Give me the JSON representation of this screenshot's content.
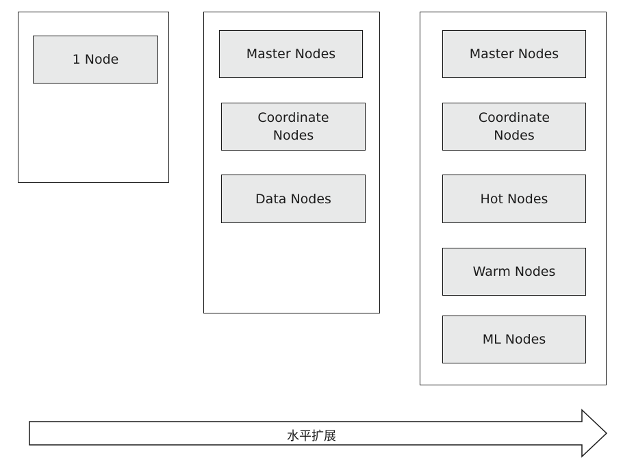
{
  "clusters": [
    {
      "nodes": [
        "1 Node"
      ]
    },
    {
      "nodes": [
        "Master Nodes",
        "Coordinate\nNodes",
        "Data Nodes"
      ]
    },
    {
      "nodes": [
        "Master Nodes",
        "Coordinate\nNodes",
        "Hot Nodes",
        "Warm Nodes",
        "ML Nodes"
      ]
    }
  ],
  "arrow": {
    "label": "水平扩展"
  }
}
